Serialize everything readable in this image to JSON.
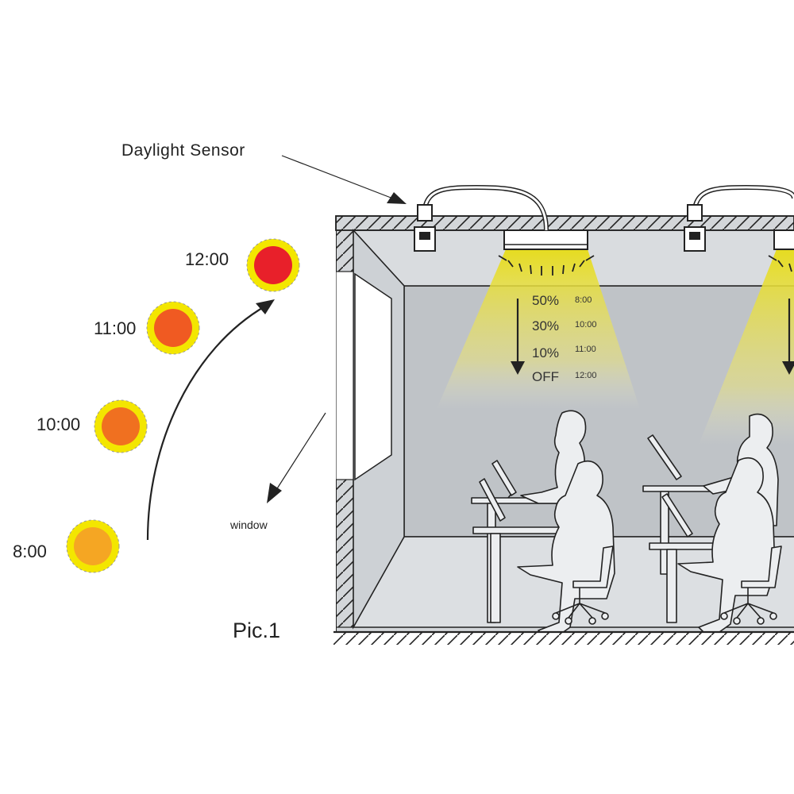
{
  "labels": {
    "sensor": "Daylight Sensor",
    "window": "window",
    "caption": "Pic.1"
  },
  "suns": [
    {
      "time": "8:00",
      "color": "#F5A623"
    },
    {
      "time": "10:00",
      "color": "#F07020"
    },
    {
      "time": "11:00",
      "color": "#F05A22"
    },
    {
      "time": "12:00",
      "color": "#E8202A"
    }
  ],
  "dimming": [
    {
      "level": "50%",
      "time": "8:00"
    },
    {
      "level": "30%",
      "time": "10:00"
    },
    {
      "level": "10%",
      "time": "11:00"
    },
    {
      "level": "OFF",
      "time": "12:00"
    }
  ],
  "colors": {
    "sun_rim": "#F3E600",
    "light_beam": "#E6DC20",
    "room_wall": "#C9CDD1",
    "room_floor": "#DADDE0",
    "outline": "#222222"
  }
}
